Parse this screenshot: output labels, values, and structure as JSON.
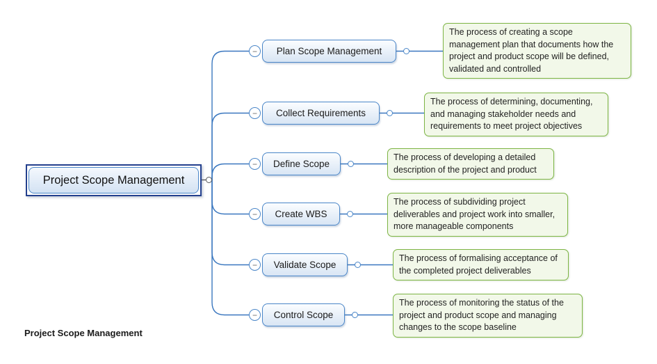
{
  "root": {
    "label": "Project Scope Management"
  },
  "caption": "Project Scope Management",
  "branches": [
    {
      "label": "Plan Scope Management",
      "description": "The process of creating a scope management plan that documents how the project and product scope will be defined, validated and controlled"
    },
    {
      "label": "Collect Requirements",
      "description": "The process of determining, documenting, and managing stakeholder needs and requirements to meet project objectives"
    },
    {
      "label": "Define Scope",
      "description": "The process of developing a detailed description of the project and product"
    },
    {
      "label": "Create WBS",
      "description": "The process of subdividing project deliverables and project work into smaller, more manageable components"
    },
    {
      "label": "Validate Scope",
      "description": "The process of formalising acceptance of the completed project deliverables"
    },
    {
      "label": "Control Scope",
      "description": "The process of monitoring the status of the project and product scope and managing changes to the scope baseline"
    }
  ],
  "icons": {
    "collapse": "−",
    "connection_point": "connection-point-circle"
  },
  "colors": {
    "branch_line": "#3a77bf",
    "topic_border": "#4a86c8",
    "topic_fill_top": "#fbfdff",
    "topic_fill_bottom": "#d8e5f4",
    "root_outer_border": "#24408e",
    "note_border": "#7db544",
    "note_fill": "#f2f8e9"
  }
}
